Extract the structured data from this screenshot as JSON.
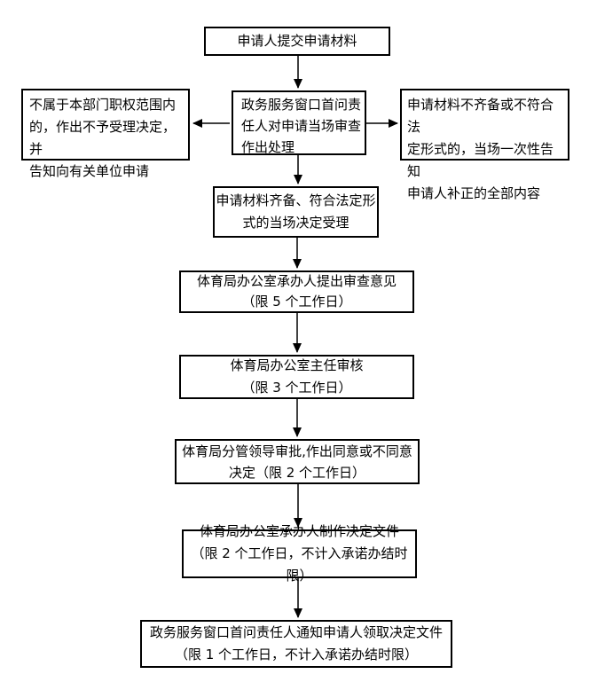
{
  "nodes": {
    "submit": {
      "label": "申请人提交申请材料"
    },
    "window_review": {
      "label": "政务服务窗口首问责\n任人对申请当场审查\n作出处理"
    },
    "not_in_scope": {
      "label": "不属于本部门职权范围内\n的，作出不予受理决定，并\n告知向有关单位申请"
    },
    "incomplete": {
      "label": "申请材料不齐备或不符合法\n定形式的，当场一次性告知\n申请人补正的全部内容"
    },
    "accept": {
      "label": "申请材料齐备、符合法定形\n式的当场决定受理"
    },
    "office_opinion": {
      "label": "体育局办公室承办人提出审查意见\n（限 5 个工作日）"
    },
    "director_review": {
      "label": "体育局办公室主任审核\n（限 3 个工作日）"
    },
    "leader_approval": {
      "label": "体育局分管领导审批,作出同意或不同意\n决定（限 2 个工作日）"
    },
    "make_document": {
      "label": "体育局办公室承办人制作决定文件\n（限 2 个工作日，不计入承诺办结时限）"
    },
    "notify": {
      "label": "政务服务窗口首问责任人通知申请人领取决定文件\n（限 1 个工作日，不计入承诺办结时限）"
    }
  },
  "colors": {
    "border": "#000000",
    "text": "#000000",
    "background": "#ffffff"
  }
}
